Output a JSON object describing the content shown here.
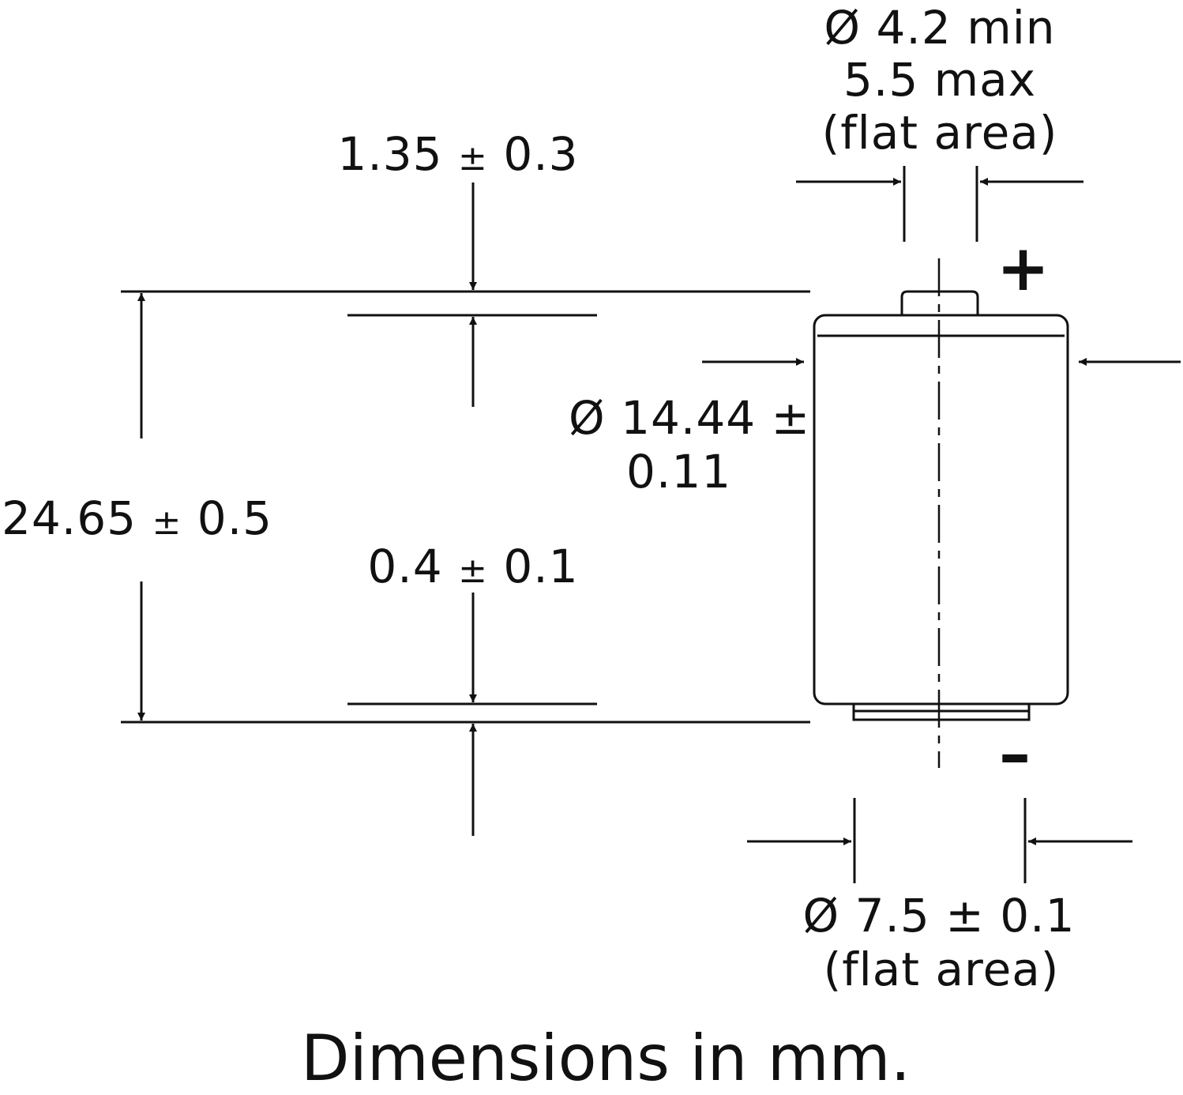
{
  "diagram": {
    "caption": "Dimensions in mm.",
    "top_terminal_flat": {
      "line1": "Ø 4.2 min",
      "line2": "5.5 max",
      "line3": "(flat area)"
    },
    "top_terminal_height": {
      "value": "1.35",
      "tol": "0.3",
      "sign": "±"
    },
    "overall_height": {
      "value": "24.65",
      "tol": "0.5",
      "sign": "±"
    },
    "bottom_recess": {
      "value": "0.4",
      "tol": "0.1",
      "sign": "±"
    },
    "body_diameter": {
      "line1": "Ø 14.44 ±",
      "line2": "0.11"
    },
    "bottom_flat": {
      "line1": "Ø 7.5 ± 0.1",
      "line2": "(flat area)"
    },
    "positive_symbol": "+",
    "negative_symbol": "–",
    "line_color": "#111111"
  }
}
